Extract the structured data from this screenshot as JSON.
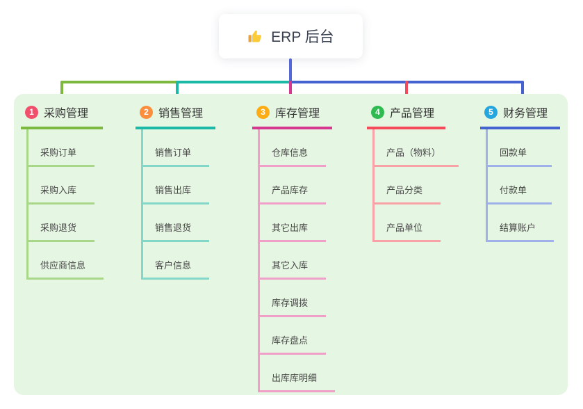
{
  "root": {
    "label": "ERP 后台",
    "icon": "thumbs-up-icon",
    "line_color": "#5468d8"
  },
  "panel": {
    "bg": "#e5f6e2"
  },
  "bus": {
    "segment_colors": [
      "#7cb93e",
      "#1cb9a9",
      "#4463d0"
    ]
  },
  "branches": [
    {
      "num": "1",
      "label": "采购管理",
      "badge_color": "#f0506c",
      "line_color": "#7cb93e",
      "light_color": "#a9d78a",
      "children": [
        "采购订单",
        "采购入库",
        "采购退货",
        "供应商信息"
      ]
    },
    {
      "num": "2",
      "label": "销售管理",
      "badge_color": "#fb8f3d",
      "line_color": "#1cb9a9",
      "light_color": "#82d7c9",
      "children": [
        "销售订单",
        "销售出库",
        "销售退货",
        "客户信息"
      ]
    },
    {
      "num": "3",
      "label": "库存管理",
      "badge_color": "#fcad15",
      "line_color": "#d63790",
      "light_color": "#f0a0c8",
      "children": [
        "仓库信息",
        "产品库存",
        "其它出库",
        "其它入库",
        "库存调拨",
        "库存盘点",
        "出库库明细"
      ]
    },
    {
      "num": "4",
      "label": "产品管理",
      "badge_color": "#2fba52",
      "line_color": "#f44a5c",
      "light_color": "#f8a2a8",
      "children": [
        "产品（物料）",
        "产品分类",
        "产品单位"
      ]
    },
    {
      "num": "5",
      "label": "财务管理",
      "badge_color": "#26a6de",
      "line_color": "#4463d0",
      "light_color": "#9fb1e8",
      "children": [
        "回款单",
        "付款单",
        "结算账户"
      ]
    }
  ]
}
